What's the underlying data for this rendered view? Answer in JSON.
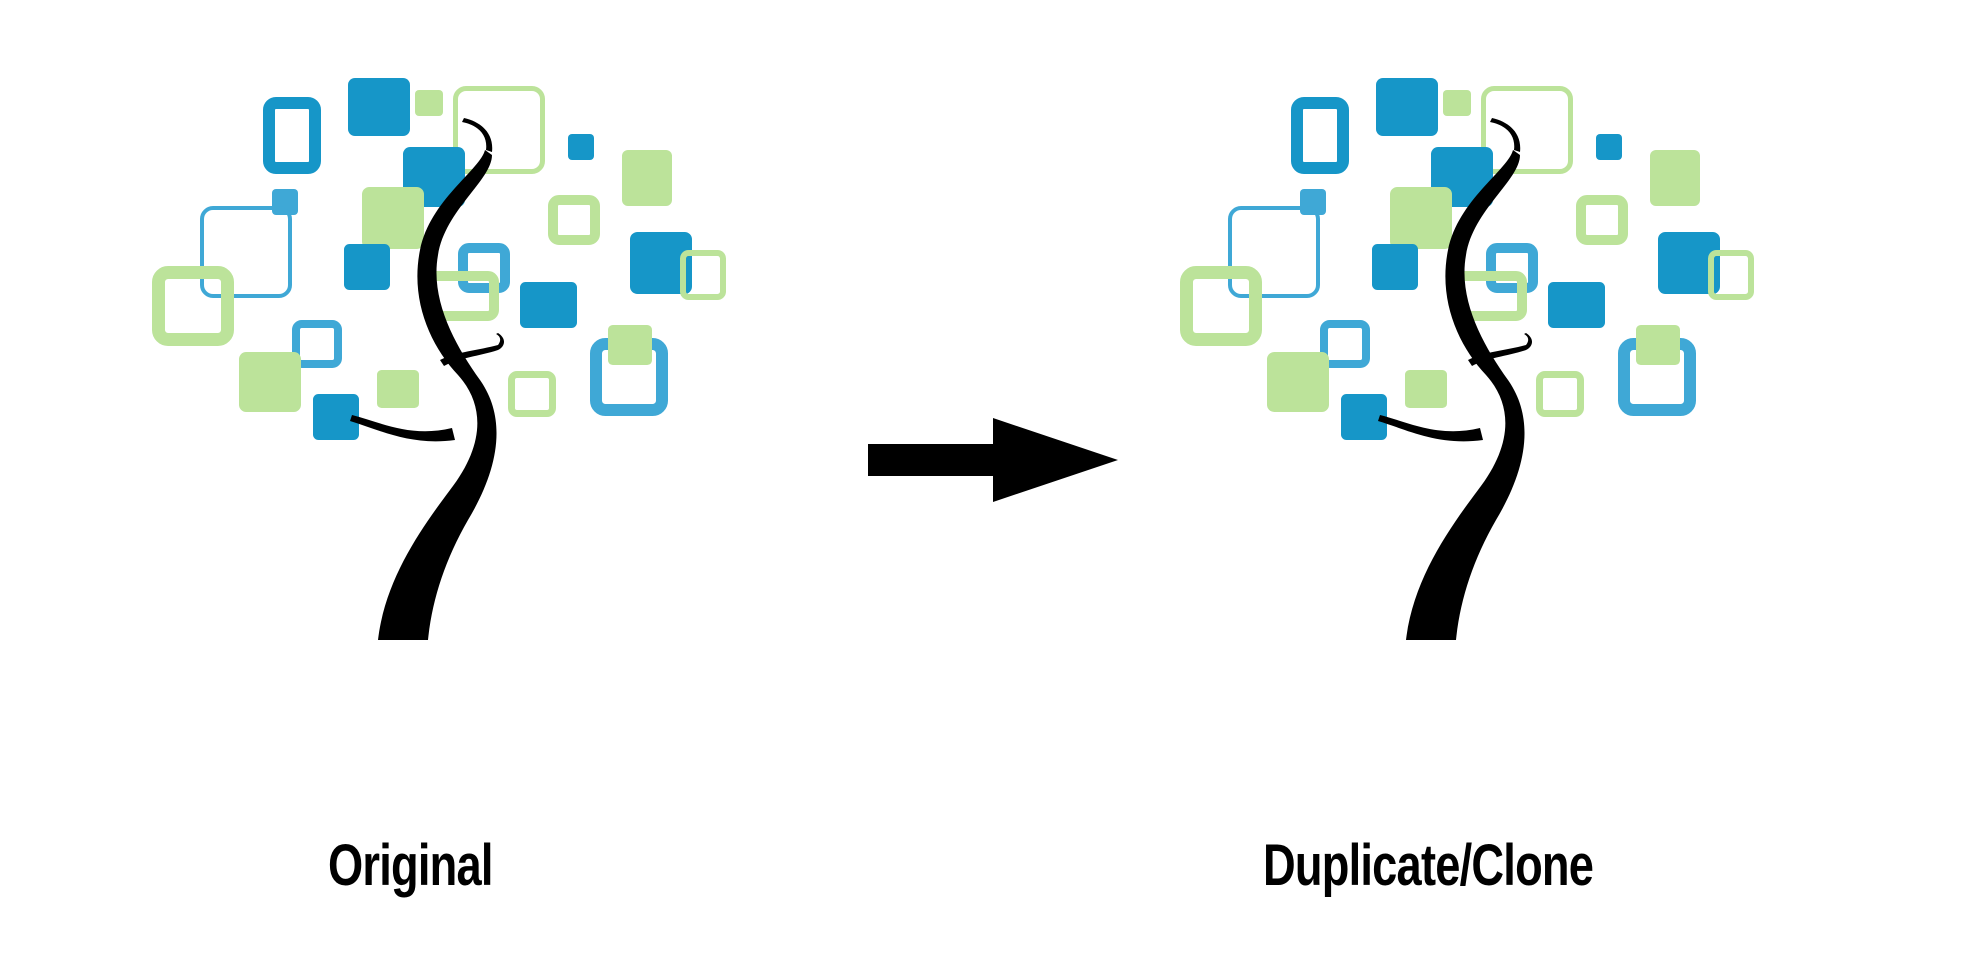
{
  "diagram": {
    "colors": {
      "blue": "#1696c8",
      "light_blue": "#3fa8d6",
      "green": "#bce39a",
      "trunk": "#000000",
      "background": "#ffffff"
    },
    "panels": [
      {
        "id": "original",
        "caption": "Original",
        "icon": "tree-icon"
      },
      {
        "id": "clone",
        "caption": "Duplicate/Clone",
        "icon": "tree-icon"
      }
    ],
    "connector": {
      "icon": "right-arrow-icon"
    }
  }
}
